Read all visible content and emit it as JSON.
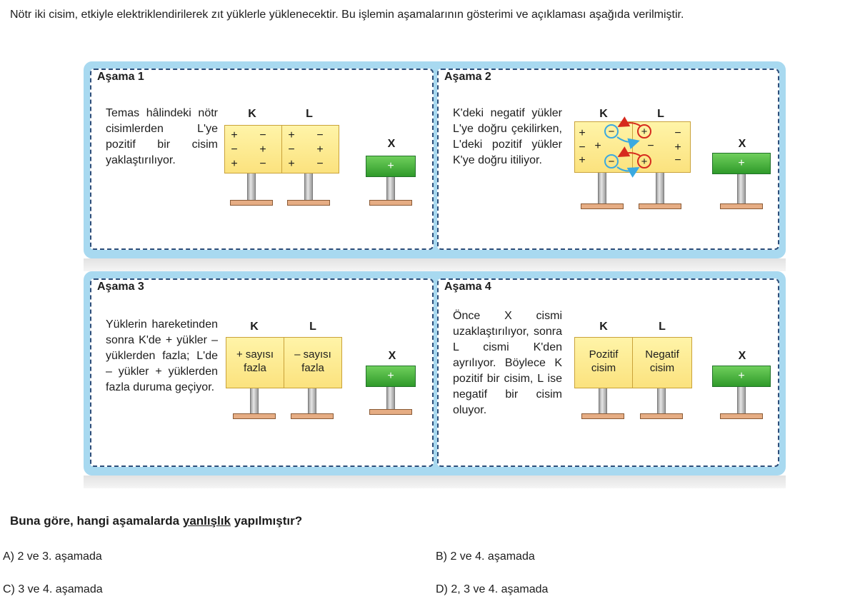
{
  "intro": "Nötr iki cisim, etkiyle elektriklendirilerek zıt yüklerle yüklenecektir. Bu işlemin aşamalarının gösterimi ve açıklaması aşağıda verilmiştir.",
  "stages": [
    {
      "title": "Aşama 1",
      "text": "Temas hâlindeki nötr cisimlerden L'ye pozitif bir cisim yaklaştırılıyor.",
      "k_label": "K",
      "l_label": "L",
      "x_label": "X",
      "x_charge": "+",
      "k_charges": [
        "+",
        "−",
        "−",
        "+",
        "+",
        "−"
      ],
      "l_charges": [
        "+",
        "−",
        "−",
        "+",
        "+",
        "−"
      ]
    },
    {
      "title": "Aşama 2",
      "text": "K'deki negatif yükler L'ye doğru çekilirken, L'deki pozitif yükler K'ye doğru itiliyor.",
      "k_label": "K",
      "l_label": "L",
      "x_label": "X",
      "x_charge": "+",
      "k_charges": [
        "+",
        "−",
        "−",
        "+",
        "+",
        "−"
      ],
      "l_charges": [
        "+",
        "−",
        "−",
        "+",
        "+",
        "−"
      ]
    },
    {
      "title": "Aşama 3",
      "text": "Yüklerin hareketinden sonra K'de + yükler – yüklerden fazla; L'de – yükler + yüklerden fazla duruma geçiyor.",
      "k_label": "K",
      "l_label": "L",
      "x_label": "X",
      "x_charge": "+",
      "k_box_text": "+ sayısı fazla",
      "l_box_text": "– sayısı fazla"
    },
    {
      "title": "Aşama 4",
      "text": "Önce X cismi uzaklaştırılıyor, sonra L cismi K'den ayrılıyor. Böylece K pozitif bir cisim, L ise negatif bir cisim oluyor.",
      "k_label": "K",
      "l_label": "L",
      "x_label": "X",
      "x_charge": "+",
      "k_box_text": "Pozitif cisim",
      "l_box_text": "Negatif cisim"
    }
  ],
  "question": {
    "before": "Buna göre, hangi aşamalarda ",
    "underlined": "yanlışlık",
    "after": " yapılmıştır?"
  },
  "options": {
    "a": "A) 2 ve 3. aşamada",
    "b": "B) 2 ve 4. aşamada",
    "c": "C) 3 ve 4. aşamada",
    "d": "D) 2, 3 ve 4. aşamada"
  },
  "colors": {
    "panel": "#a8d9f0",
    "dashed_border": "#2d4e7a",
    "box_fill": "#fbe27e",
    "x_fill": "#3fae32",
    "arrow_red": "#d62a1e",
    "arrow_blue": "#3ba9e0"
  }
}
